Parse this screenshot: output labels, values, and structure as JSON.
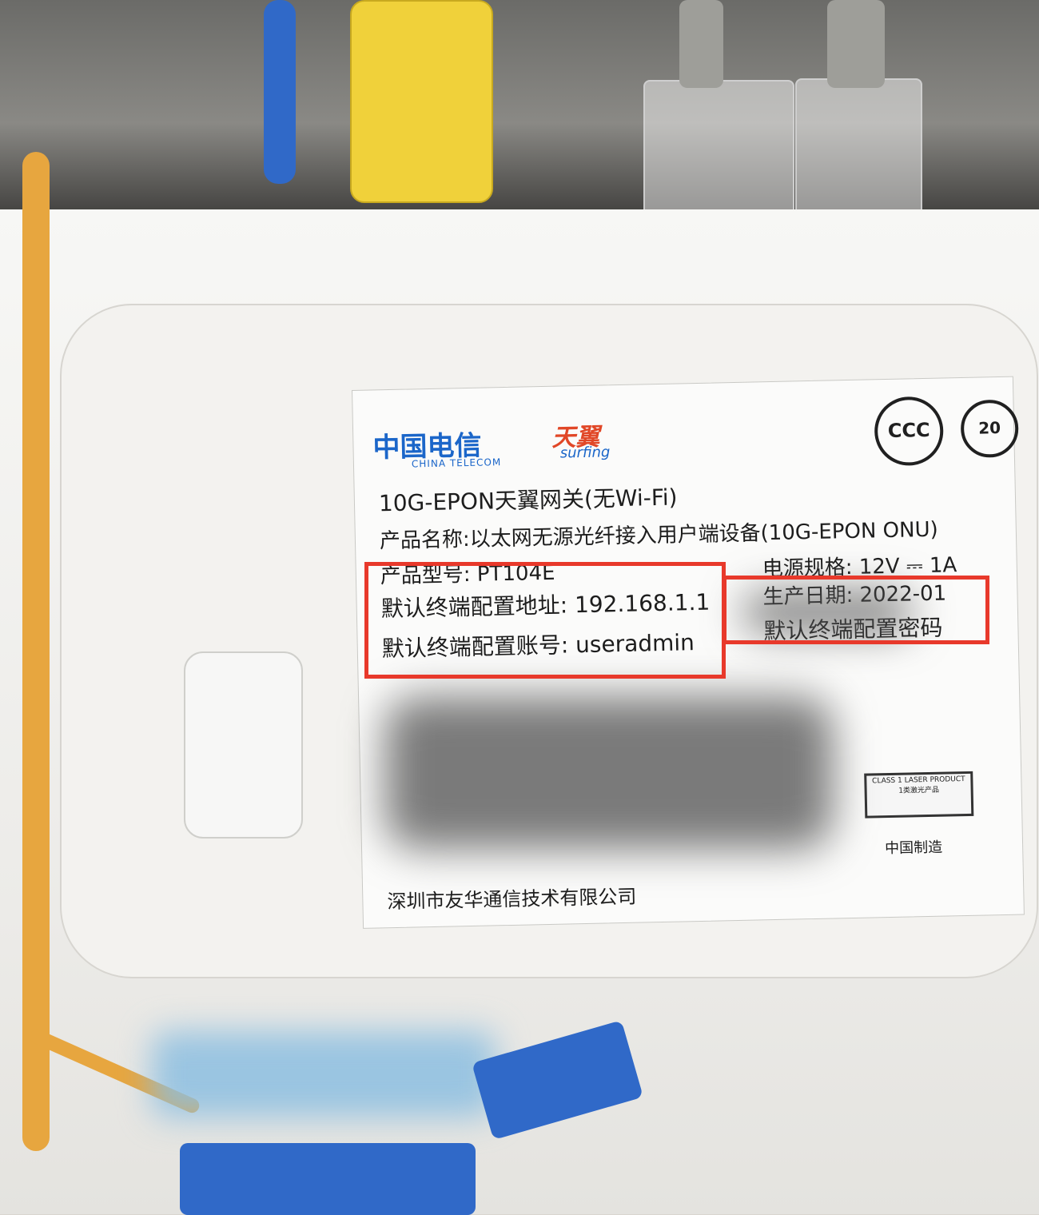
{
  "label": {
    "brand_cn": "中国电信",
    "brand_en": "CHINA TELECOM",
    "tianyi_cn": "天翼",
    "tianyi_en": "surfing",
    "ccc": "CCC",
    "years": "20",
    "product_line": "10G-EPON天翼网关(无Wi-Fi)",
    "product_name": "产品名称:以太网无源光纤接入用户端设备(10G-EPON ONU)",
    "power_spec": "电源规格: 12V ⎓ 1A",
    "model": "产品型号: PT104E",
    "production_date": "生产日期: 2022-01",
    "default_address": "默认终端配置地址: 192.168.1.1",
    "default_account": "默认终端配置账号: useradmin",
    "default_password": "默认终端配置密码",
    "laser_en": "CLASS 1 LASER PRODUCT",
    "laser_cn": "1类激光产品",
    "made_in": "中国制造",
    "manufacturer": "深圳市友华通信技术有限公司"
  },
  "annotations": {
    "highlight_color": "#e8392b",
    "icons": [
      "china-telecom-logo",
      "tianyi-logo",
      "ccc-mark",
      "20-year-mark"
    ]
  }
}
